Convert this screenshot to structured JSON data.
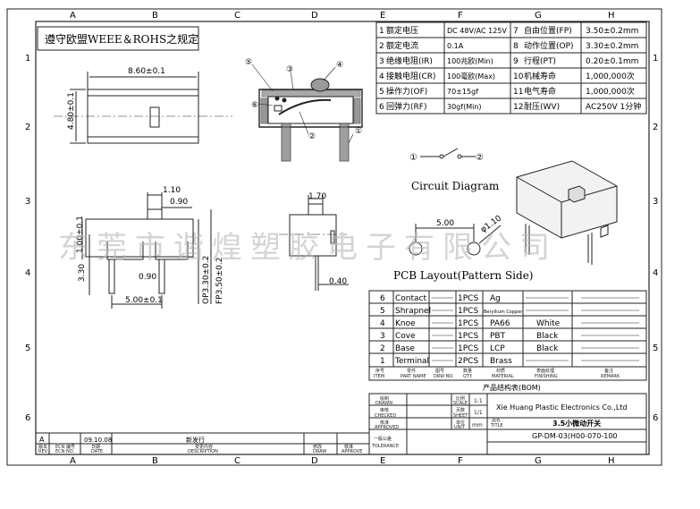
{
  "frame": {
    "columns": [
      "A",
      "B",
      "C",
      "D",
      "E",
      "F",
      "G",
      "H"
    ],
    "rows": [
      "1",
      "2",
      "3",
      "4",
      "5",
      "6"
    ]
  },
  "compliance_note": "遵守欧盟WEEE＆ROHS之规定",
  "specs": [
    {
      "no": "1",
      "label": "额定电压",
      "value": "DC 48V/AC 125V",
      "no2": "7",
      "label2": "自由位置(FP)",
      "value2": "3.50±0.2mm"
    },
    {
      "no": "2",
      "label": "额定电流",
      "value": "0.1A",
      "no2": "8",
      "label2": "动作位置(OP)",
      "value2": "3.30±0.2mm"
    },
    {
      "no": "3",
      "label": "绝缘电阻(IR)",
      "value": "100兆欧(Min)",
      "no2": "9",
      "label2": "行程(PT)",
      "value2": "0.20±0.1mm"
    },
    {
      "no": "4",
      "label": "接触电阻(CR)",
      "value": "100毫欧(Max)",
      "no2": "10",
      "label2": "机械寿命",
      "value2": "1,000,000次"
    },
    {
      "no": "5",
      "label": "操作力(OF)",
      "value": "70±15gf",
      "no2": "11",
      "label2": "电气寿命",
      "value2": "1,000,000次"
    },
    {
      "no": "6",
      "label": "回弹力(RF)",
      "value": "30gf(Min)",
      "no2": "12",
      "label2": "耐压(WV)",
      "value2": "AC250V 1分钟"
    }
  ],
  "dims": {
    "top_width": "8.60±0.1",
    "top_height": "4.80±0.1",
    "d1_10": "1.10",
    "d0_90a": "0.90",
    "d1_00": "1.00±0.1",
    "d3_30": "3.30",
    "d0_90b": "0.90",
    "d5_00": "5.00±0.1",
    "d_op": "OP3.30±0.2",
    "d_fp": "FP3.50±0.2",
    "d1_70": "1.70",
    "d0_40": "0.40",
    "pcb_5": "5.00",
    "pcb_phi": "φ1.10"
  },
  "callouts": [
    "①",
    "②",
    "③",
    "④",
    "⑤",
    "⑥"
  ],
  "circuit_label": "Circuit Diagram",
  "circuit_nodes": [
    "①",
    "②"
  ],
  "pcb_label": "PCB Layout(Pattern Side)",
  "watermark": "东莞市谐煌塑胶电子有限公司",
  "bom": [
    {
      "no": "6",
      "part": "Contact",
      "qty": "1PCS",
      "material": "Ag",
      "finish": "",
      "remark": ""
    },
    {
      "no": "5",
      "part": "Shrapnel",
      "qty": "1PCS",
      "material": "Beryllium Copper",
      "finish": "",
      "remark": ""
    },
    {
      "no": "4",
      "part": "Knoe",
      "qty": "1PCS",
      "material": "PA66",
      "finish": "White",
      "remark": ""
    },
    {
      "no": "3",
      "part": "Cove",
      "qty": "1PCS",
      "material": "PBT",
      "finish": "Black",
      "remark": ""
    },
    {
      "no": "2",
      "part": "Base",
      "qty": "1PCS",
      "material": "LCP",
      "finish": "Black",
      "remark": ""
    },
    {
      "no": "1",
      "part": "Terminal",
      "qty": "2PCS",
      "material": "Brass",
      "finish": "",
      "remark": ""
    }
  ],
  "bom_headers": {
    "no": "序号",
    "no_en": "ITEM",
    "part": "零件",
    "part_en": "PART NAME",
    "partno": "图号",
    "partno_en": "DRW NO.",
    "qty": "数量",
    "qty_en": "QTY.",
    "material": "材质",
    "material_en": "MATERIAL",
    "finish": "表面处理",
    "finish_en": "FINISHING",
    "remark": "备注",
    "remark_en": "REMARK"
  },
  "bom_title": "产品结构表(BOM)",
  "title_block": {
    "company": "Xie Huang Plastic Electronics Co.,Ltd",
    "product": "3.5小微动开关",
    "drawing_no": "GP-DM-03(H00-070-100",
    "drawn": "绘制",
    "drawn_en": "DRAWN",
    "checked": "审核",
    "checked_en": "CHECKED",
    "approved": "核准",
    "approved_en": "APPROVED",
    "scale": "比例",
    "scale_en": "SCALE",
    "scale_val": "1:1",
    "sheet": "页数",
    "sheet_en": "SHEET",
    "sheet_val": "1/1",
    "unit": "单位",
    "unit_en": "UNIT",
    "unit_val": "mm",
    "title_cn": "品名",
    "title_en": "TITLE",
    "tolerance": "一般公差",
    "tolerance_en": "TOLERANCE"
  },
  "revision": {
    "rev": "A",
    "date": "09.10.08",
    "description": "新发行",
    "hdr_rev": "版本",
    "hdr_rev_en": "REV.",
    "hdr_ecn": "ECN 编号",
    "hdr_ecn_en": "ECN NO.",
    "hdr_date": "日期",
    "hdr_date_en": "DATE",
    "hdr_desc": "变更内容",
    "hdr_desc_en": "DESCRIPTION",
    "hdr_draw": "修改",
    "hdr_draw_en": "DRAW",
    "hdr_appr": "核准",
    "hdr_appr_en": "APPROVE"
  }
}
